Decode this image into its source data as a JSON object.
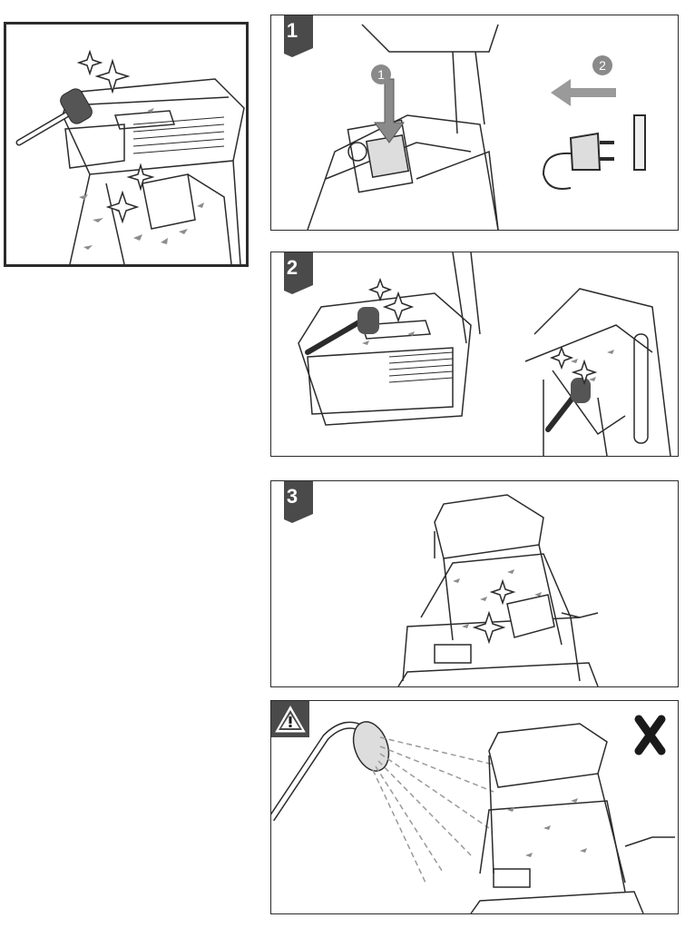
{
  "steps": [
    {
      "number": "1",
      "sub_steps": [
        "1",
        "2"
      ]
    },
    {
      "number": "2"
    },
    {
      "number": "3"
    }
  ],
  "warning_icon": "warning-triangle-icon",
  "not_allowed_icon": "cross-x-icon",
  "colors": {
    "badge": "#4a4a4a",
    "line": "#2b2b2b",
    "debris": "#8c8c8c"
  }
}
